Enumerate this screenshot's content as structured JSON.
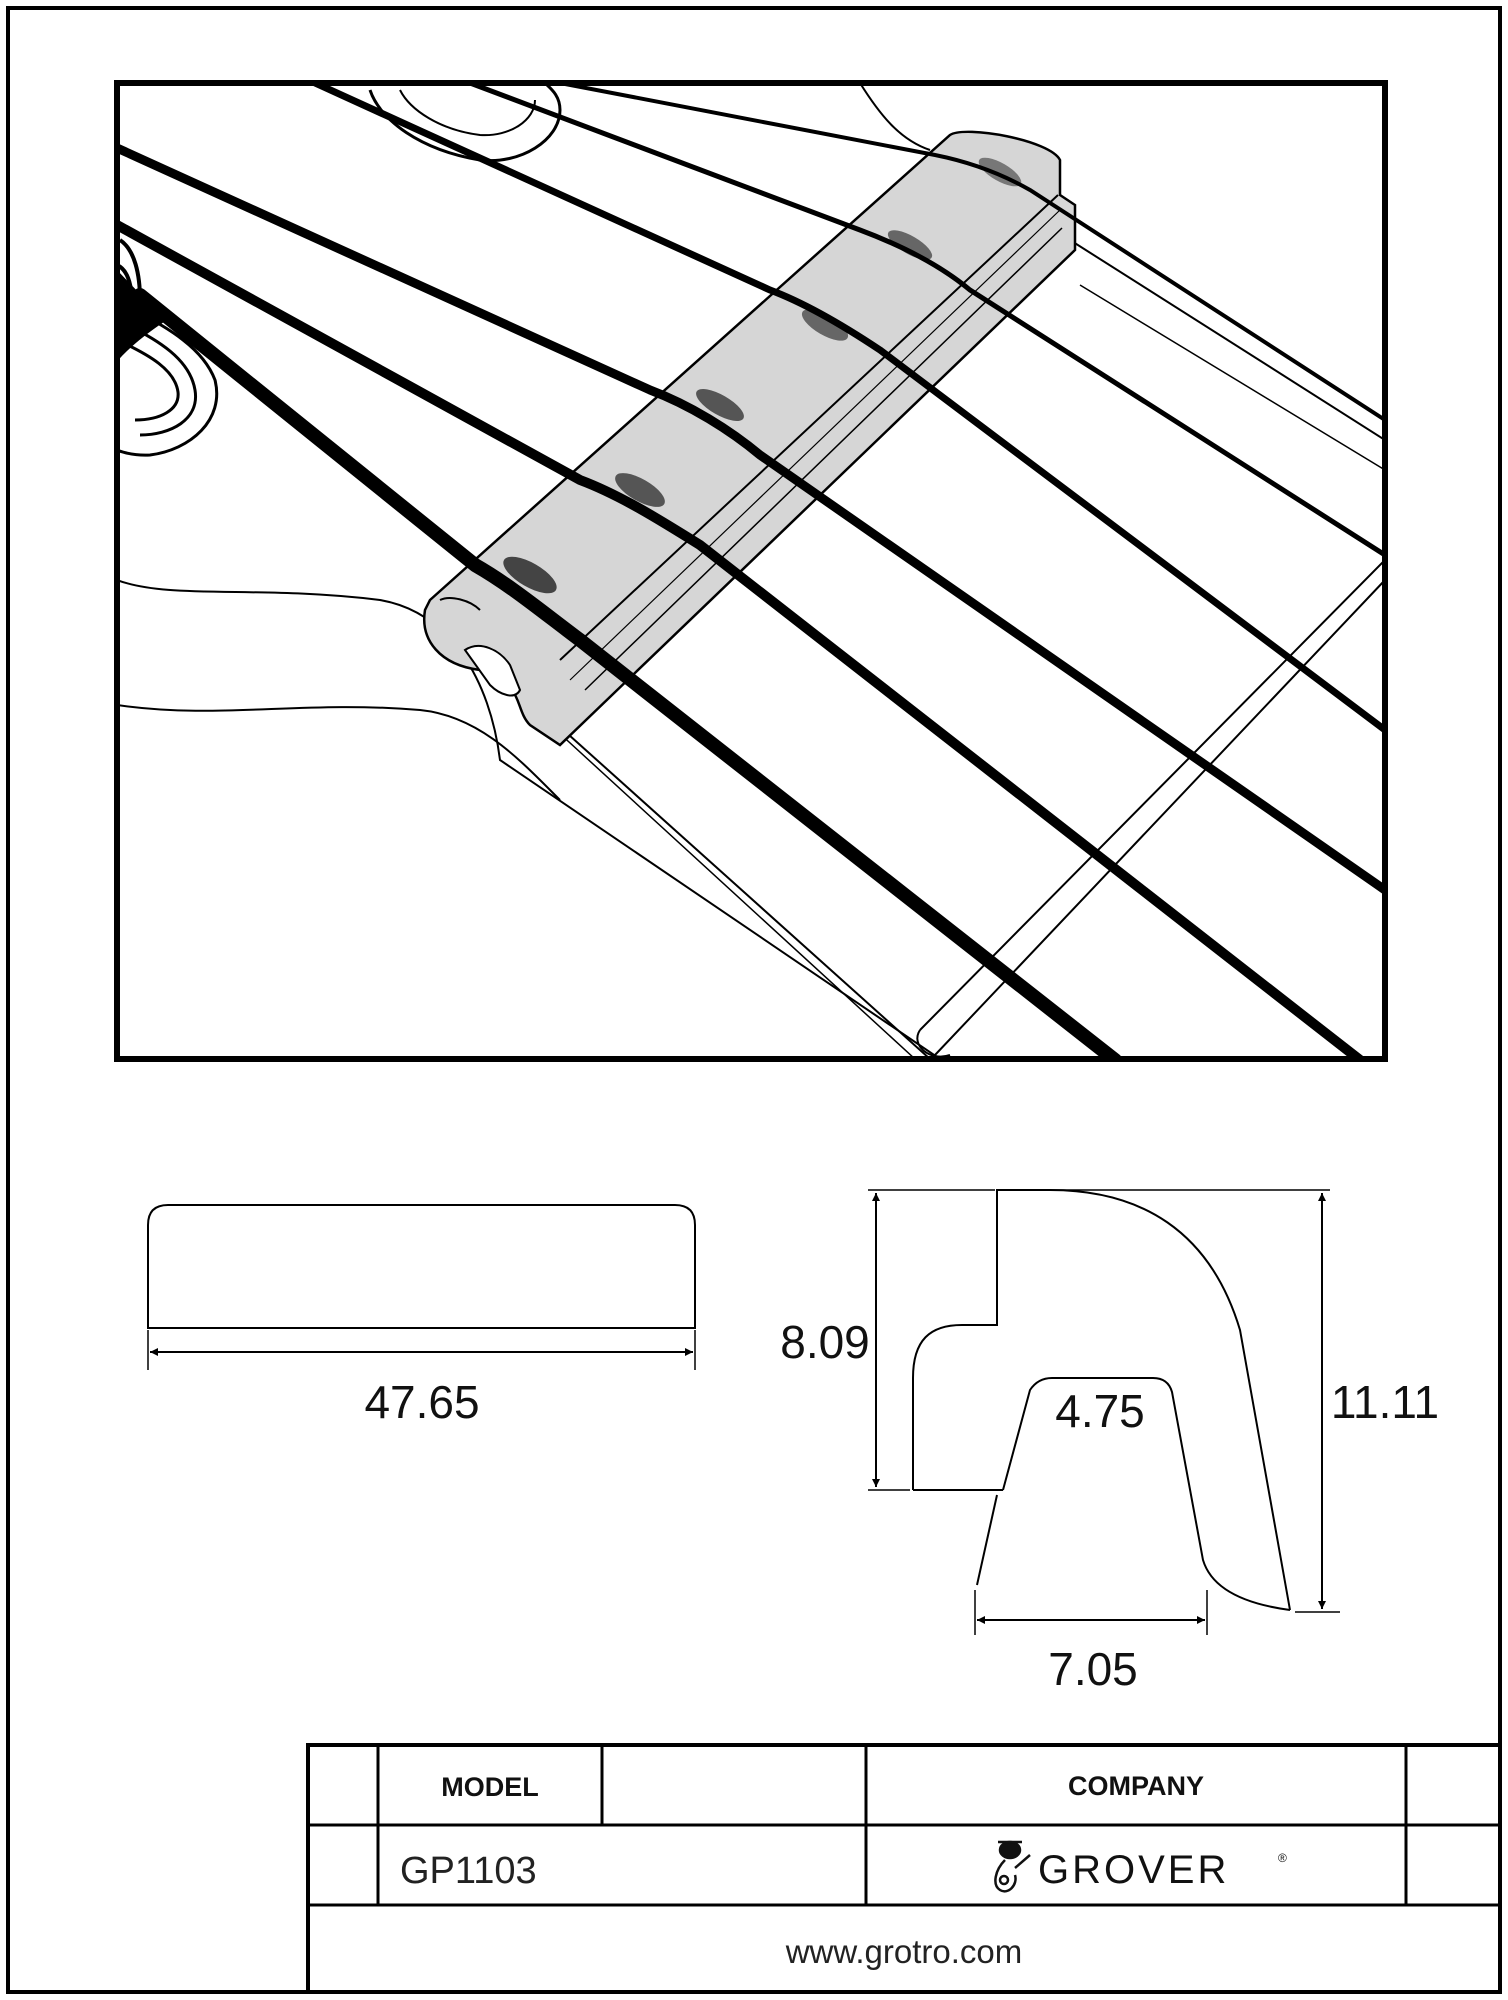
{
  "dimensions": {
    "length": "47.65",
    "height_front": "8.09",
    "height_back": "11.11",
    "slot_top": "4.75",
    "base_width": "7.05"
  },
  "title_block": {
    "model_header": "MODEL",
    "company_header": "COMPANY",
    "model_value": "GP1103",
    "company_value": "GROVER",
    "website": "www.grotro.com"
  },
  "colors": {
    "nut_fill": "#d6d6d6",
    "line": "#000000"
  }
}
